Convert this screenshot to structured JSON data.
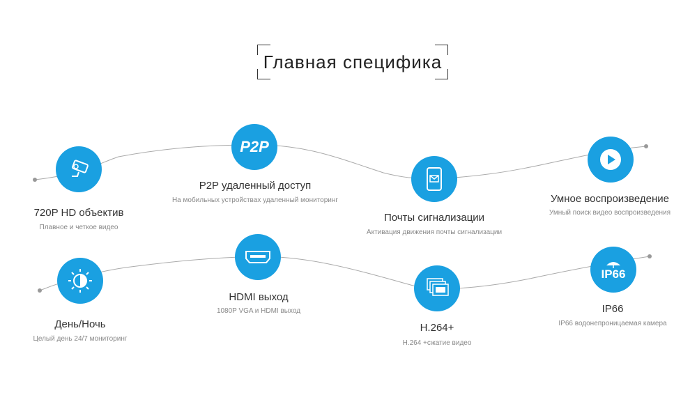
{
  "title": "Главная специфика",
  "features": [
    {
      "icon": "cctv-camera-icon",
      "title": "720P HD объектив",
      "subtitle": "Плавное и четкое видео"
    },
    {
      "icon": "p2p-icon",
      "icon_text": "P2P",
      "title": "P2P удаленный доступ",
      "subtitle": "На мобильных устройствах удаленный мониторинг"
    },
    {
      "icon": "phone-mail-icon",
      "title": "Почты сигнализации",
      "subtitle": "Активация движения почты сигнализации"
    },
    {
      "icon": "play-icon",
      "title": "Умное воспроизведение",
      "subtitle": "Умный поиск видео воспроизведения"
    },
    {
      "icon": "day-night-icon",
      "title": "День/Ночь",
      "subtitle": "Целый день 24/7 мониторинг"
    },
    {
      "icon": "hdmi-icon",
      "title": "HDMI выход",
      "subtitle": "1080P VGA и HDMI выход"
    },
    {
      "icon": "h264-icon",
      "title": "H.264+",
      "subtitle": "H.264 +сжатие видео"
    },
    {
      "icon": "ip66-icon",
      "icon_text": "IP66",
      "title": "IP66",
      "subtitle": "IP66 водонепроницаемая камера"
    }
  ],
  "colors": {
    "accent": "#1aa0e1",
    "line": "#aaaaaa"
  }
}
